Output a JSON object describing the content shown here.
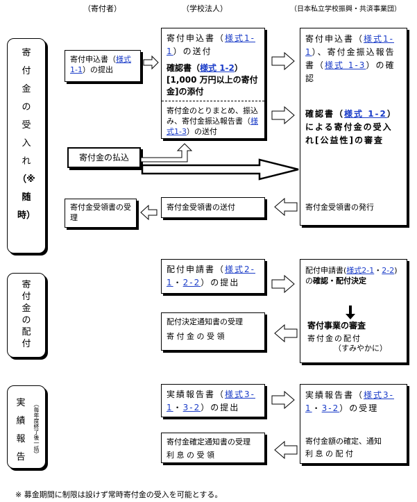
{
  "headers": {
    "donor": "（寄付者）",
    "school": "（学校法人）",
    "foundation": "（日本私立学校振興・共済事業団）"
  },
  "side": {
    "receive": [
      "寄",
      "付",
      "金",
      "の",
      "受",
      "入",
      "れ",
      "（※",
      "随",
      "時）"
    ],
    "distribute": [
      "寄",
      "付",
      "金",
      "の",
      "配",
      "付"
    ],
    "report": [
      "実",
      "績",
      "報",
      "告"
    ],
    "report_sub": "（毎年度終了後一括）"
  },
  "donor_box": {
    "t1": "寄付申込書（",
    "link": "様式1-1",
    "t2": "）の提出"
  },
  "payment_box": "寄付金の払込",
  "donor_receipt": "寄付金受領書の受理",
  "school_box1": {
    "a1": "寄付申込書（",
    "a_link": "様式1-1",
    "a2": "）の送付",
    "b1": "確認書（",
    "b_link": "様式 1-2",
    "b2": "）",
    "b3": "[1,000 万円以上の寄付金]の添付",
    "c1": "寄付金のとりまとめ、振込み、寄付金振込報告書（",
    "c_link": "様式1-3",
    "c2": "）の送付"
  },
  "school_receipt_send": "寄付金受領書の送付",
  "school_box2": {
    "t1": "配付申請書（",
    "l1": "様式2-1",
    "sep": "・",
    "l2": "2-2",
    "t2": "）の提出"
  },
  "school_box3": {
    "l1": "配付決定通知書の受理",
    "l2": "寄 付 金 の 受 領"
  },
  "school_box4": {
    "t1": "実績報告書（",
    "l1": "様式3-1",
    "sep": "・",
    "l2": "3-2",
    "t2": "）の提出"
  },
  "school_box5": {
    "l1": "寄付金確定通知書の受理",
    "l2": "利 息 の 受 領"
  },
  "found_box1": {
    "a1": "寄付申込書（",
    "a_l1": "様式1-1",
    "a2": "）、寄付金振込報告書（",
    "a_l2": "様式 1-3",
    "a3": "）の確認",
    "b1": "確認書（",
    "b_link": "様式 1-2",
    "b2": "）による寄付金の受入れ[公益性]の審査",
    "c": "寄付金受領書の発行"
  },
  "found_box2": {
    "t1": "配付申請書(",
    "l1": "様式2-1",
    "sep": "・",
    "l2": "2-2",
    "t2": ")の",
    "t3": "確認・配付決定",
    "t4": "寄付事業の審査",
    "t5": "寄付金の配付",
    "t6": "（すみやかに）"
  },
  "found_box3": {
    "t1": "実績報告書（",
    "l1": "様式3-1",
    "sep": "・",
    "l2": "3-2",
    "t2": "）の受理",
    "t3": "寄付金額の確定、通知",
    "t4": "利 息 の 配 付"
  },
  "footnote": "※ 募金期間に制限は設けず常時寄付金の受入を可能とする。"
}
